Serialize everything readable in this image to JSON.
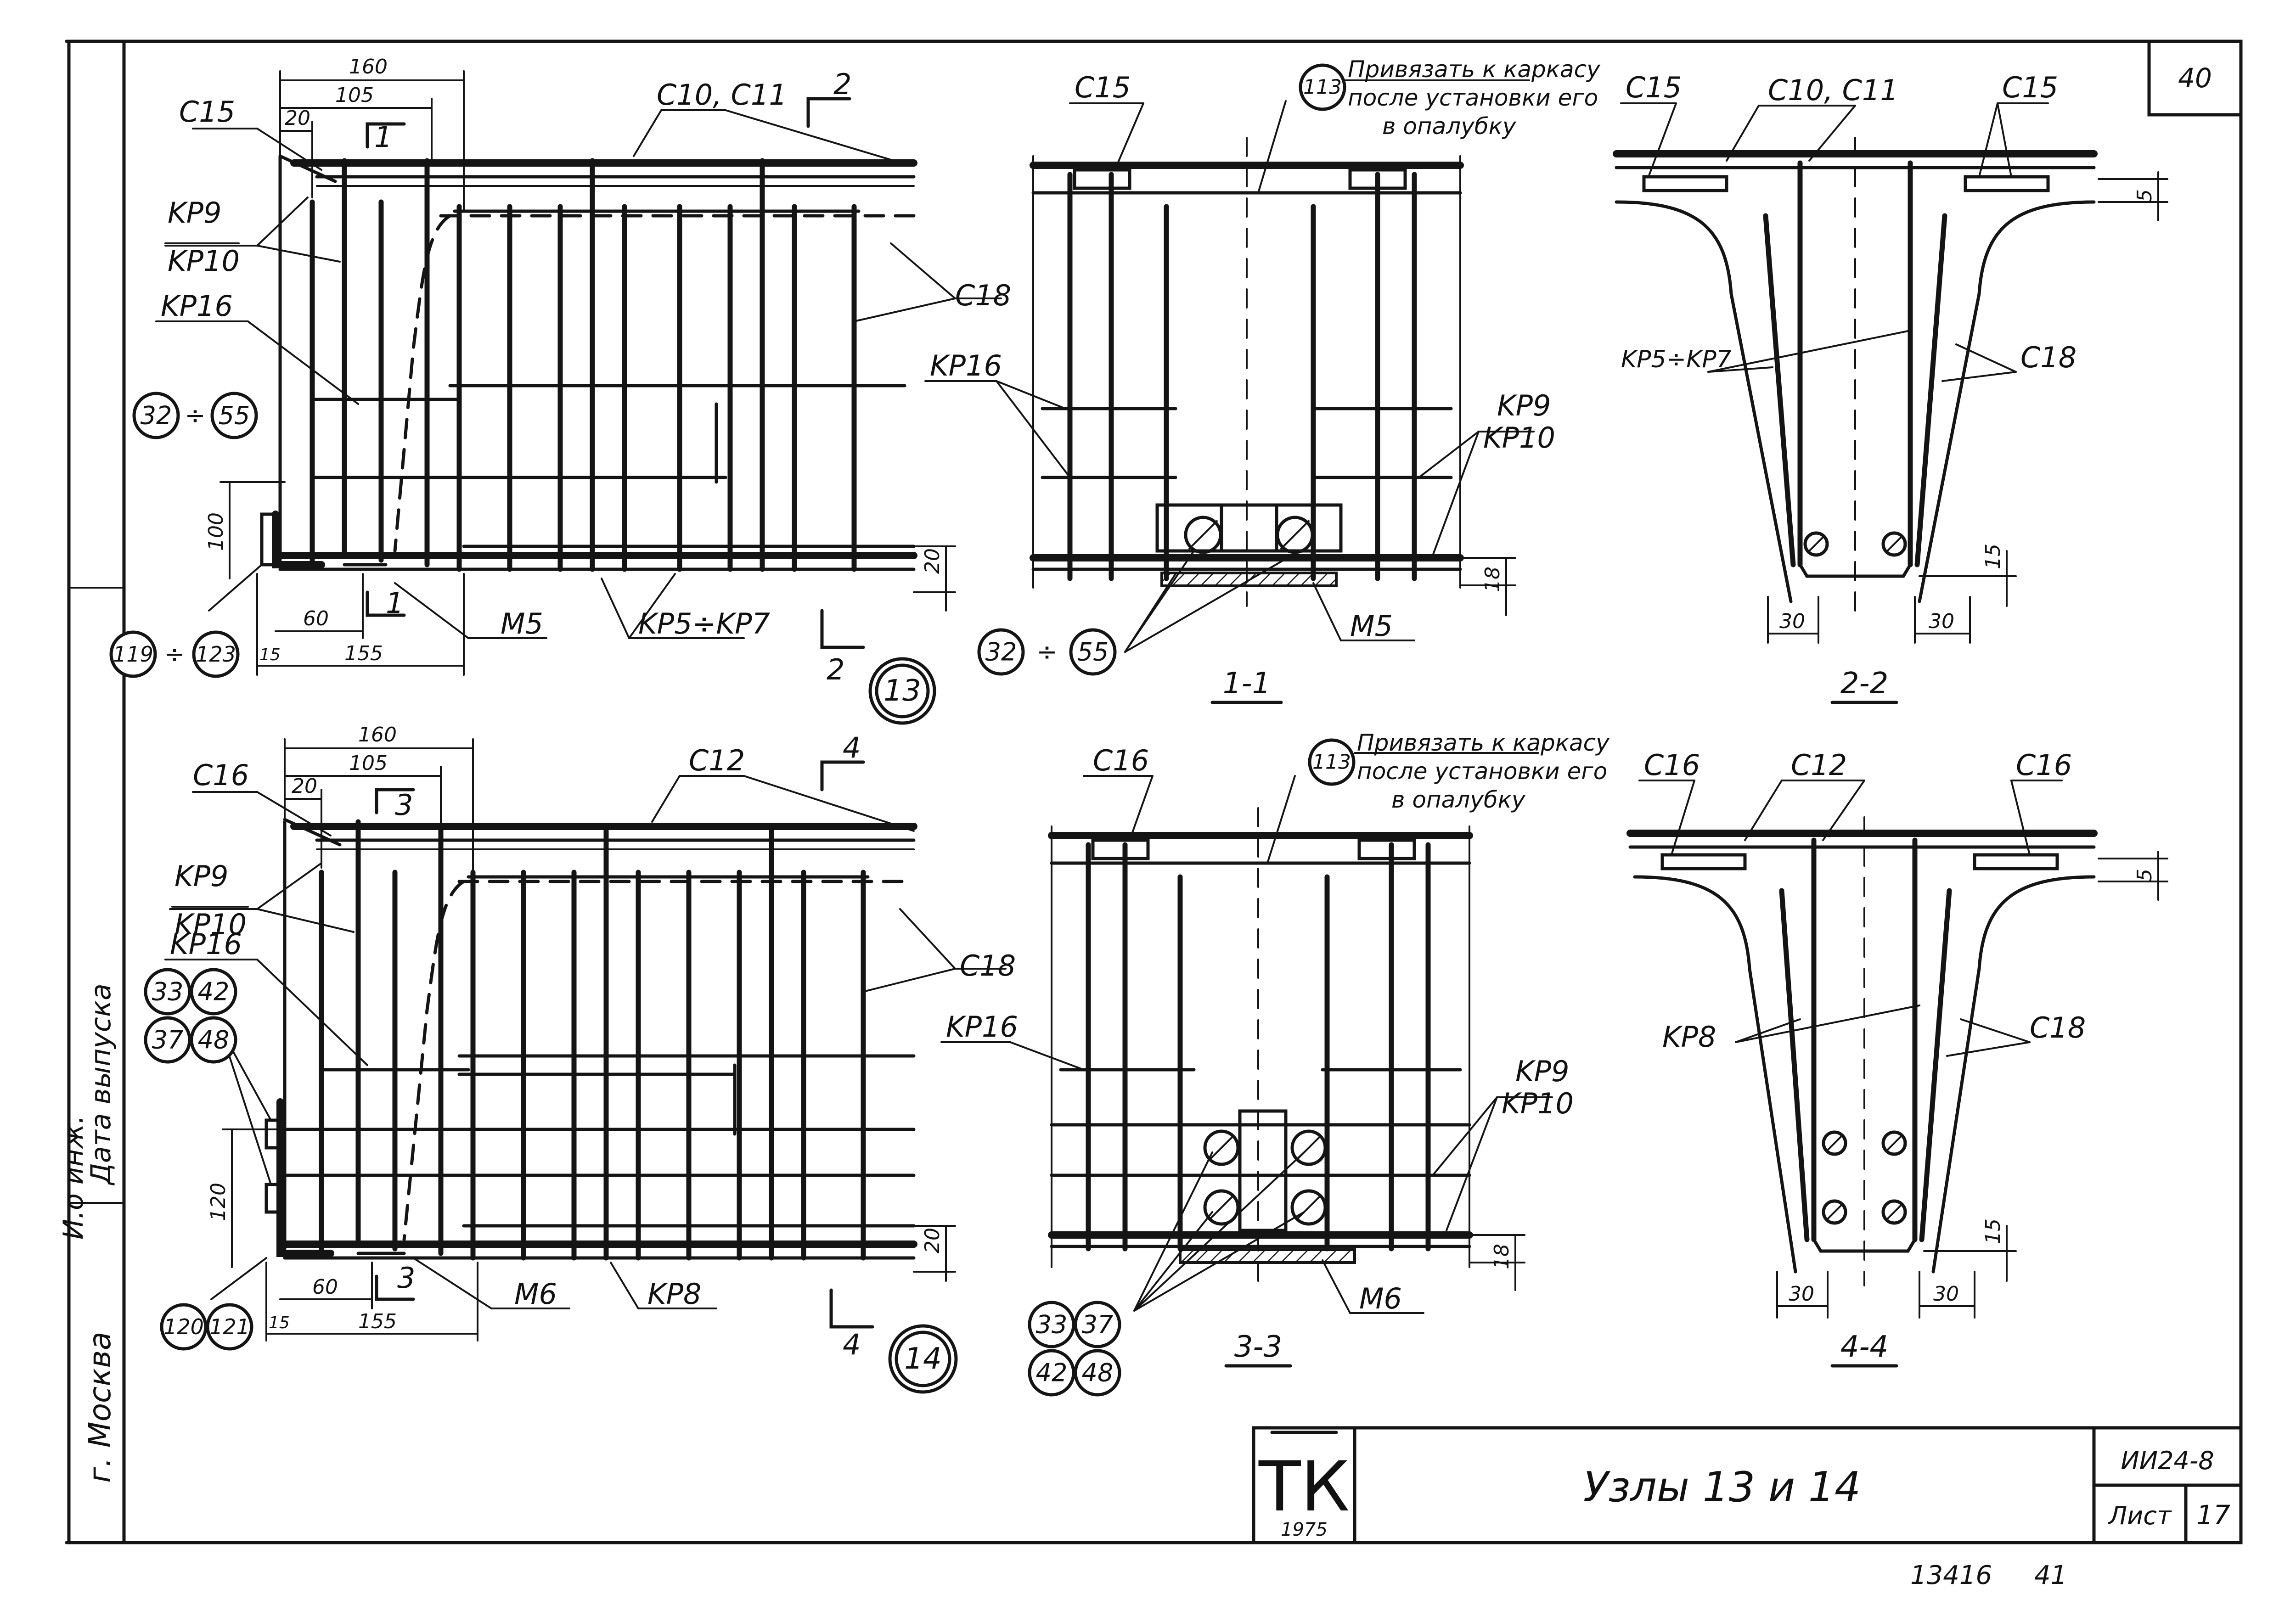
{
  "sheet_number": "40",
  "node13": {
    "dims": {
      "d160": "160",
      "d105": "105",
      "d20": "20",
      "d100": "100",
      "d60": "60",
      "d155": "155",
      "d15": "15",
      "d20b": "20"
    },
    "labels": {
      "c15": "C15",
      "c10c11": "C10, C11",
      "kp9": "KP9",
      "kp10": "KP10",
      "kp16": "KP16",
      "c18": "C18",
      "kp5kp7": "KP5÷KP7",
      "m5": "M5"
    },
    "cut1": "1",
    "cut2": "2",
    "bubbles": {
      "b32": "32",
      "sep1": "÷",
      "b55": "55",
      "b119": "119",
      "sep2": "÷",
      "b123": "123"
    },
    "node_mark": "13"
  },
  "section1": {
    "title": "1-1",
    "labels": {
      "c15": "C15",
      "kp16": "KP16",
      "kp9": "KP9",
      "kp10": "KP10",
      "m5": "M5"
    },
    "note_bubble": "113",
    "note_line1": "Привязать к каркасу",
    "note_line2": "после установки его",
    "note_line3": "в опалубку",
    "dims": {
      "d18": "18"
    },
    "bubbles": {
      "b32": "32",
      "sep": "÷",
      "b55": "55"
    }
  },
  "section2": {
    "title": "2-2",
    "labels": {
      "c15a": "C15",
      "c10c11": "C10, C11",
      "c15b": "C15",
      "kp5kp7": "KP5÷KP7",
      "c18": "C18"
    },
    "dims": {
      "d5": "5",
      "d15": "15",
      "d30a": "30",
      "d30b": "30"
    }
  },
  "node14": {
    "dims": {
      "d160": "160",
      "d105": "105",
      "d20": "20",
      "d120": "120",
      "d60": "60",
      "d155": "155",
      "d15": "15",
      "d20b": "20"
    },
    "labels": {
      "c16": "C16",
      "c12": "C12",
      "kp9": "KP9",
      "kp10": "KP10",
      "kp16": "KP16",
      "c18": "C18",
      "kp8": "KP8",
      "m6": "M6"
    },
    "cut3": "3",
    "cut4": "4",
    "bubbles": {
      "b33": "33",
      "b42": "42",
      "b37": "37",
      "b48": "48",
      "b120": "120",
      "b121": "121"
    },
    "node_mark": "14"
  },
  "section3": {
    "title": "3-3",
    "labels": {
      "c16": "C16",
      "kp16": "KP16",
      "kp9": "KP9",
      "kp10": "KP10",
      "m6": "M6"
    },
    "note_bubble": "113",
    "note_line1": "Привязать к каркасу",
    "note_line2": "после установки его",
    "note_line3": "в опалубку",
    "dims": {
      "d18": "18"
    },
    "bubbles": {
      "b33": "33",
      "b37": "37",
      "b42": "42",
      "b48": "48"
    }
  },
  "section4": {
    "title": "4-4",
    "labels": {
      "c16a": "C16",
      "c12": "C12",
      "c16b": "C16",
      "kp8": "KP8",
      "c18": "C18"
    },
    "dims": {
      "d5": "5",
      "d15": "15",
      "d30a": "30",
      "d30b": "30"
    }
  },
  "side_stamp": {
    "line1": "И.о инж.",
    "line2": "Дата выпуска",
    "line3": "г. Москва"
  },
  "title_block": {
    "logo": "ТК",
    "year": "1975",
    "title": "Узлы 13 и 14",
    "series": "ИИ24-8",
    "sheet_label": "Лист",
    "sheet_no": "17"
  },
  "footer": {
    "inventory": "13416",
    "page": "41"
  }
}
